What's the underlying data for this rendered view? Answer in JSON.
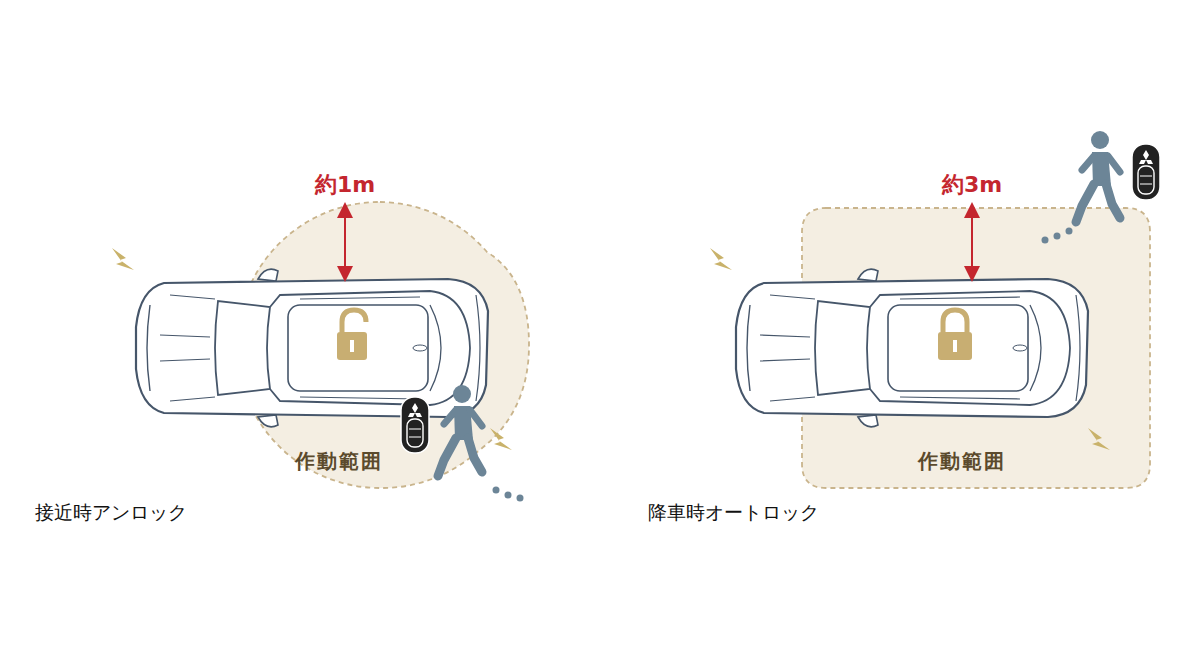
{
  "diagram": {
    "nodes": [
      {
        "text": [
          "作動範囲"
        ]
      },
      {
        "text": [
          "作動範囲"
        ]
      }
    ],
    "labels": [
      "約1m",
      "約3m",
      "接近時アンロック",
      "降車時オートロック"
    ]
  }
}
